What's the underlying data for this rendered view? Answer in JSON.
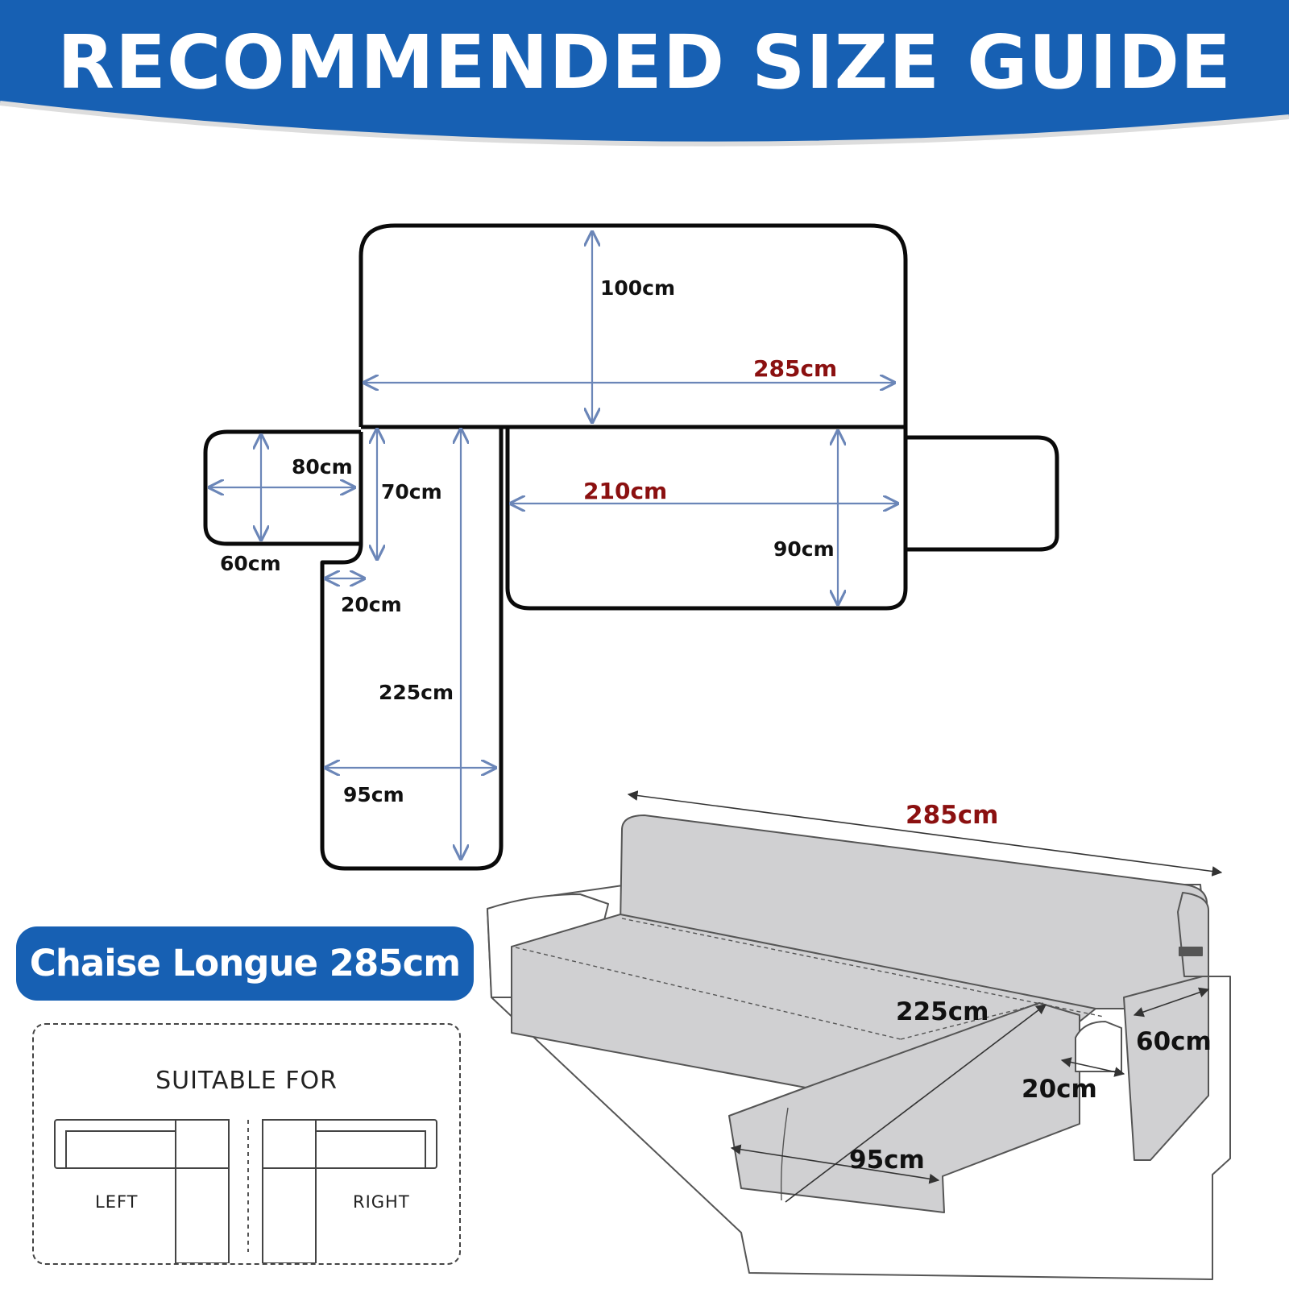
{
  "header": {
    "title": "RECOMMENDED SIZE GUIDE"
  },
  "colors": {
    "banner_blue": "#1760b3",
    "arrow_blue": "#6b86b8",
    "dimension_red": "#8b1010",
    "sofa_gray": "#d0d0d2"
  },
  "pattern_dimensions": {
    "back_height": "100cm",
    "back_width": "285cm",
    "arm_length": "80cm",
    "arm_height": "60cm",
    "notch_70": "70cm",
    "notch_20": "20cm",
    "chaise_length": "225cm",
    "chaise_width": "95cm",
    "seat_width": "210cm",
    "seat_depth": "90cm"
  },
  "sofa_dimensions": {
    "total_width": "285cm",
    "chaise_length": "225cm",
    "arm_depth": "60cm",
    "arm_width": "20cm",
    "chaise_width": "95cm"
  },
  "product": {
    "name": "Chaise Longue 285cm"
  },
  "suitable": {
    "title": "SUITABLE FOR",
    "left_label": "LEFT",
    "right_label": "RIGHT"
  }
}
